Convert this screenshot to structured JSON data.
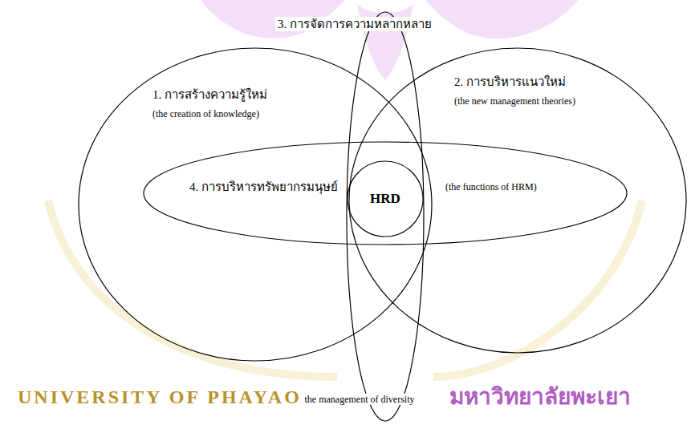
{
  "diagram": {
    "nodes": [
      {
        "text": [
          "1. การสร้างความรู้ใหม่",
          "(the creation of knowledge)"
        ]
      },
      {
        "text": [
          "2. การบริหารแนวใหม่",
          "(the new management theories)"
        ]
      },
      {
        "text": [
          "3. การจัดการความหลากหลาย",
          "the management of diversity"
        ]
      },
      {
        "text": [
          "4. การบริหารทรัพยากรมนุษย์",
          "(the functions of HRM)"
        ]
      },
      {
        "text": [
          "HRD"
        ]
      }
    ],
    "labels": [
      "มหาวิทยาลัยพะเยา",
      "UNIVERSITY OF PHAYAO"
    ]
  }
}
